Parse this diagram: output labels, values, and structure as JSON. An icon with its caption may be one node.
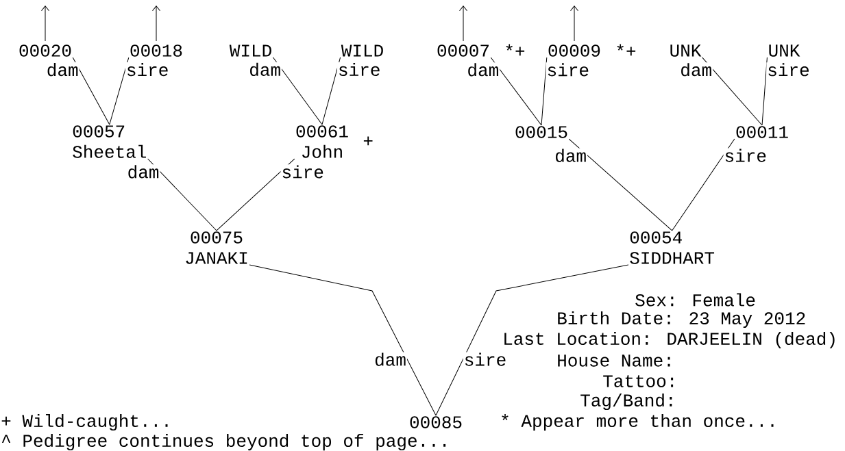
{
  "diagram": {
    "nodes": [
      {
        "text": [
          "00020"
        ]
      },
      {
        "text": [
          "00018"
        ]
      },
      {
        "text": [
          "WILD"
        ]
      },
      {
        "text": [
          "WILD"
        ]
      },
      {
        "text": [
          "00007"
        ],
        "beside": [
          "*+"
        ]
      },
      {
        "text": [
          "00009"
        ],
        "beside": [
          "*+"
        ]
      },
      {
        "text": [
          "UNK"
        ]
      },
      {
        "text": [
          "UNK"
        ]
      },
      {
        "text": [
          "00057",
          "Sheetal"
        ]
      },
      {
        "text": [
          "00061",
          "John"
        ],
        "beside": [
          "+"
        ]
      },
      {
        "text": [
          "00015"
        ]
      },
      {
        "text": [
          "00011"
        ]
      },
      {
        "text": [
          "00075",
          "JANAKI"
        ]
      },
      {
        "text": [
          "00054",
          "SIDDHART"
        ]
      },
      {
        "text": [
          "00085"
        ]
      }
    ],
    "edges": [
      {
        "from": 0,
        "to": null,
        "arrow": "to"
      },
      {
        "from": 1,
        "to": null,
        "arrow": "to"
      },
      {
        "from": 4,
        "to": null,
        "arrow": "to"
      },
      {
        "from": 5,
        "to": null,
        "arrow": "to"
      },
      {
        "from": 0,
        "to": 8,
        "label": "dam",
        "arrow": "none"
      },
      {
        "from": 1,
        "to": 8,
        "label": "sire",
        "arrow": "none"
      },
      {
        "from": 2,
        "to": 9,
        "label": "dam",
        "arrow": "none"
      },
      {
        "from": 3,
        "to": 9,
        "label": "sire",
        "arrow": "none"
      },
      {
        "from": 4,
        "to": 10,
        "label": "dam",
        "arrow": "none"
      },
      {
        "from": 5,
        "to": 10,
        "label": "sire",
        "arrow": "none"
      },
      {
        "from": 6,
        "to": 11,
        "label": "dam",
        "arrow": "none"
      },
      {
        "from": 7,
        "to": 11,
        "label": "sire",
        "arrow": "none"
      },
      {
        "from": 8,
        "to": 12,
        "label": "dam",
        "arrow": "none"
      },
      {
        "from": 9,
        "to": 12,
        "label": "sire",
        "arrow": "none"
      },
      {
        "from": 10,
        "to": 13,
        "label": "dam",
        "arrow": "none"
      },
      {
        "from": 11,
        "to": 13,
        "label": "sire",
        "arrow": "none"
      },
      {
        "from": 12,
        "to": 14,
        "label": "dam",
        "arrow": "none"
      },
      {
        "from": 13,
        "to": 14,
        "label": "sire",
        "arrow": "none"
      }
    ],
    "labels": [
      "Sex: Female",
      "Birth Date: 23 May 2012",
      "Last Location: DARJEELIN (dead)",
      "House Name:",
      "Tattoo:",
      "Tag/Band:",
      "+ Wild-caught...",
      "* Appear more than once...",
      "^ Pedigree continues beyond top of page..."
    ]
  }
}
